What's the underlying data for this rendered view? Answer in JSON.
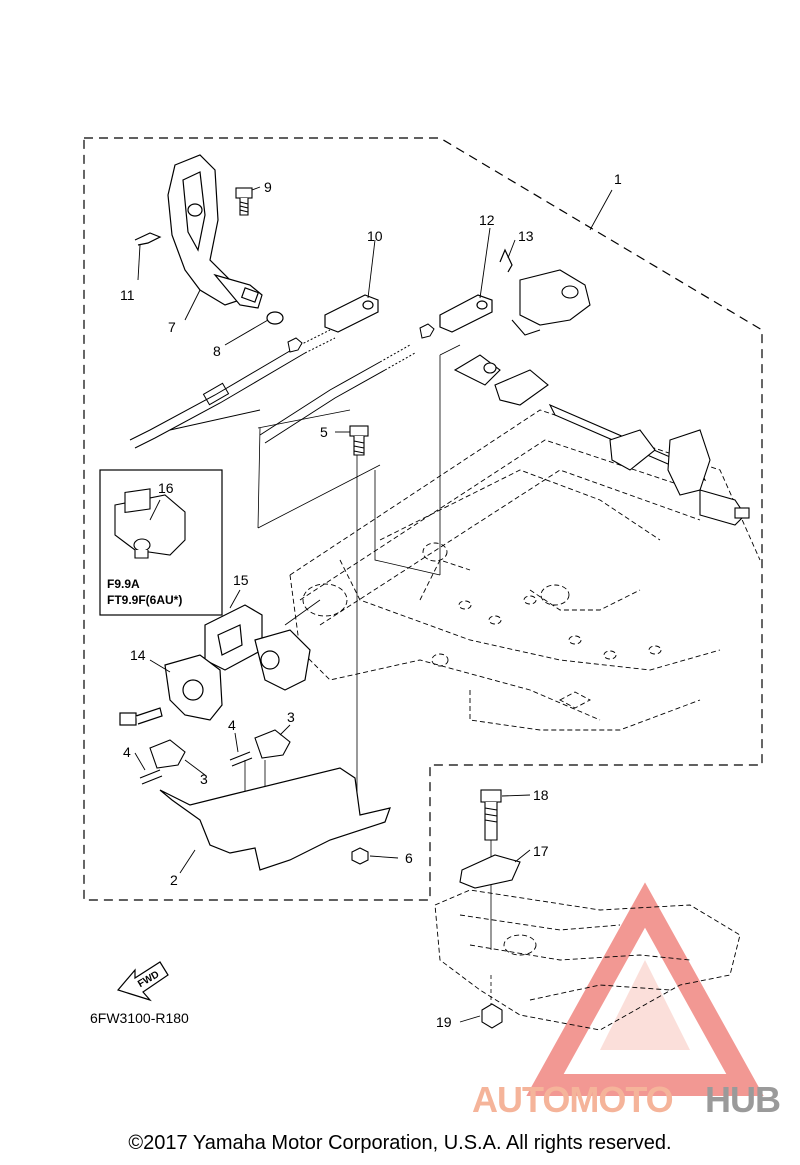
{
  "callouts": {
    "c1": "1",
    "c2": "2",
    "c3a": "3",
    "c3b": "3",
    "c4a": "4",
    "c4b": "4",
    "c5": "5",
    "c6": "6",
    "c7": "7",
    "c8": "8",
    "c9": "9",
    "c10": "10",
    "c11": "11",
    "c12": "12",
    "c13": "13",
    "c14": "14",
    "c15": "15",
    "c16": "16",
    "c17": "17",
    "c18": "18",
    "c19": "19"
  },
  "inset": {
    "line1": "F9.9A",
    "line2": "FT9.9F(6AU*)"
  },
  "fwd_label": "FWD",
  "diagram_code": "6FW3100-R180",
  "watermark": {
    "part1": "AUTOMOTO",
    "part2": "HUB",
    "color1": "#f5b49a",
    "color2": "#9a9a9a"
  },
  "copyright": "©2017 Yamaha Motor Corporation, U.S.A. All rights reserved."
}
